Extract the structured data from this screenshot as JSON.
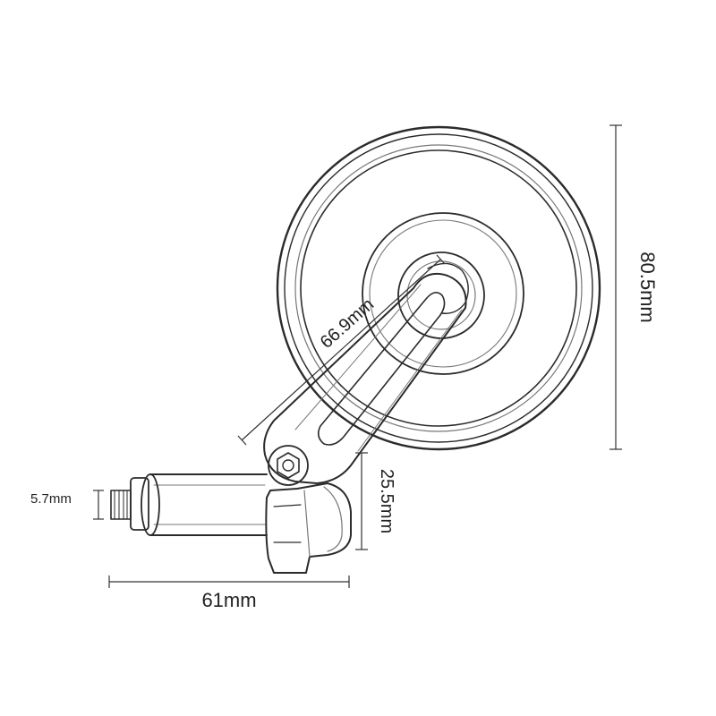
{
  "dimensions": {
    "height": "80.5mm",
    "arm_length": "66.9mm",
    "clamp_height": "25.5mm",
    "thread": "5.7mm",
    "width": "61mm"
  },
  "colors": {
    "ink": "#2b2b2b",
    "dimension": "#333333",
    "background": "#ffffff"
  },
  "icons": {
    "product": "bar-end-mirror-line-drawing"
  }
}
